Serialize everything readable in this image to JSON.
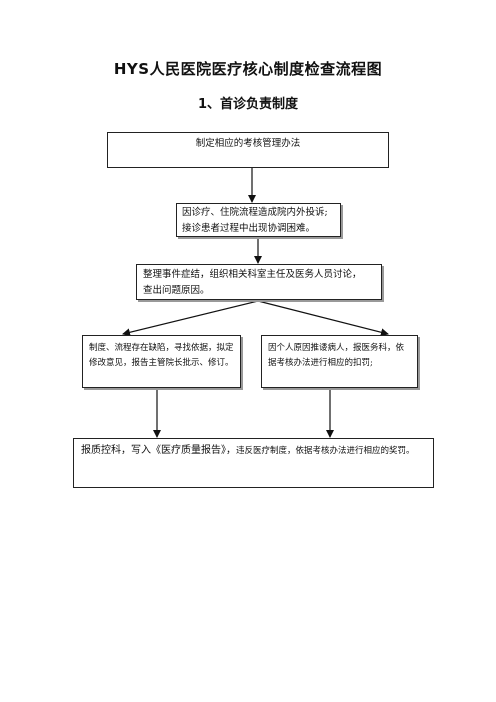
{
  "title": "HYS人民医院医疗核心制度检查流程图",
  "subtitle": "1、首诊负责制度",
  "steps": {
    "step1": "制定相应的考核管理办法",
    "step2_line1": "因诊疗、住院流程造成院内外投诉;",
    "step2_line2": "接诊患者过程中出现协调困难。",
    "step3_line1": "整理事件症结，组织相关科室主任及医务人员讨论，",
    "step3_line2": "查出问题原因。",
    "step4_left_line1": "制度、流程存在缺陷，寻找依据，拟定",
    "step4_left_line2": "修改意见，报告主管院长批示、修订。",
    "step4_right_line1": "因个人原因推诿病人，报医务科，依",
    "step4_right_line2": "据考核办法进行相应的扣罚;",
    "step5_main": "报质控科，写入《医疗质量报告》，",
    "step5_small": "违反医疗制度，依据考核办法进行相应的奖罚。"
  }
}
